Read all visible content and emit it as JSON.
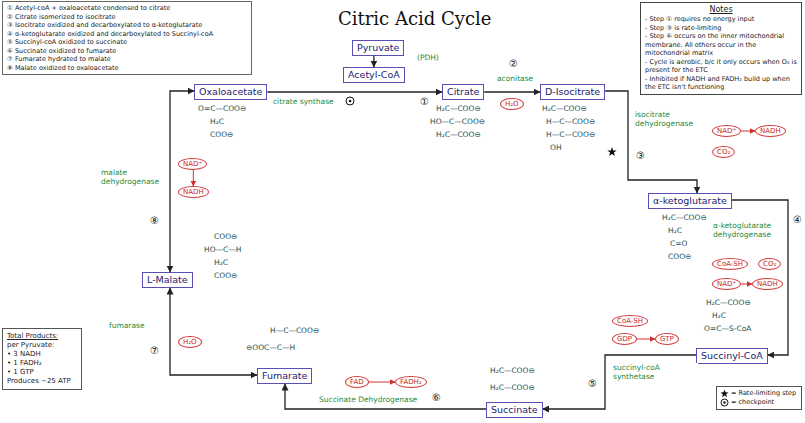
{
  "diagram": {
    "title": "Citric Acid Cycle",
    "nodes": [
      {
        "text": [
          "① Acetyl-coA + oxaloacetate condensed to citrate",
          "② Citrate isomerized to isocitrate",
          "③ Isocitrate oxidized and decarboxylated to α-ketoglutarate",
          "④ α-ketoglutarate oxidized and decarboxylated to Succinyl-coA",
          "⑤ Succinyl-coA oxidized to succinate",
          "⑥ Succinate oxidized to fumarate",
          "⑦ Fumarate hydrated to malate",
          "⑧ Malate oxidized to oxaloacetate"
        ]
      },
      {
        "text": [
          "Notes",
          "- Step ① requires no energy input",
          "- Step ③ is rate-limiting",
          "- Step ⑥ occurs on the inner mitochondrial membrane. All others occur in the mitochondrial matrix",
          "- Cycle is aerobic, b/c it only occurs when O₂ is present for the ETC",
          "- Inhibited if NADH and FADH₂ build up when the ETC isn't functioning"
        ]
      },
      {
        "text": [
          "Pyruvate"
        ]
      },
      {
        "text": [
          "Acetyl-CoA"
        ]
      },
      {
        "text": [
          "Citrate"
        ]
      },
      {
        "text": [
          "D-Isocitrate"
        ]
      },
      {
        "text": [
          "α-ketoglutarate"
        ]
      },
      {
        "text": [
          "Succinyl-CoA"
        ]
      },
      {
        "text": [
          "Succinate"
        ]
      },
      {
        "text": [
          "Fumarate"
        ]
      },
      {
        "text": [
          "L-Malate"
        ]
      },
      {
        "text": [
          "Oxaloacetate"
        ]
      },
      {
        "text": [
          "Total Products:",
          "per Pyruvate:",
          "• 3 NADH",
          "• 1 FADH₂",
          "• 1 GTP",
          "Produces ~25 ATP"
        ]
      },
      {
        "text": [
          "H₂O"
        ]
      },
      {
        "text": [
          "NAD⁺"
        ]
      },
      {
        "text": [
          "NADH"
        ]
      },
      {
        "text": [
          "CO₂"
        ]
      },
      {
        "text": [
          "CoA-SH"
        ]
      },
      {
        "text": [
          "NAD⁺"
        ]
      },
      {
        "text": [
          "NADH"
        ]
      },
      {
        "text": [
          "CO₂"
        ]
      },
      {
        "text": [
          "GTP"
        ]
      },
      {
        "text": [
          "GDP"
        ]
      },
      {
        "text": [
          "CoA-SH"
        ]
      },
      {
        "text": [
          "FAD"
        ]
      },
      {
        "text": [
          "FADH₂"
        ]
      },
      {
        "text": [
          "H₂O"
        ]
      },
      {
        "text": [
          "NAD⁺"
        ]
      },
      {
        "text": [
          "NADH"
        ]
      }
    ],
    "edges": [
      {
        "from": 2,
        "to": 3,
        "arrow": "to",
        "label": "(PDH)"
      },
      {
        "from": 11,
        "to": 4,
        "arrow": "to",
        "label": "citrate synthase"
      },
      {
        "from": 4,
        "to": 5,
        "arrow": "to",
        "label": "aconitase"
      },
      {
        "from": 5,
        "to": 6,
        "arrow": "to",
        "label": "isocitrate dehydrogenase"
      },
      {
        "from": 6,
        "to": 7,
        "arrow": "to",
        "label": "α-ketoglutarate dehydrogenase"
      },
      {
        "from": 7,
        "to": 8,
        "arrow": "to",
        "label": "succinyl-coA synthetase"
      },
      {
        "from": 8,
        "to": 9,
        "arrow": "to",
        "label": "Succinate Dehydrogenase"
      },
      {
        "from": 9,
        "to": 10,
        "arrow": "both",
        "label": "fumarase"
      },
      {
        "from": 10,
        "to": 11,
        "arrow": "both",
        "label": "malate dehydrogenase"
      },
      {
        "from": 14,
        "to": 15,
        "arrow": "to"
      },
      {
        "from": 18,
        "to": 19,
        "arrow": "to"
      },
      {
        "from": 22,
        "to": 21,
        "arrow": "to"
      },
      {
        "from": 24,
        "to": 25,
        "arrow": "to"
      },
      {
        "from": 27,
        "to": 28,
        "arrow": "to"
      }
    ],
    "labels": [
      "O=C—COO⊖",
      "H₂C",
      "COO⊖",
      "H₂C—COO⊖",
      "HO—C—COO⊖",
      "H₂C—COO⊖",
      "H₂C—COO⊖",
      "H—C—COO⊖",
      "H—C—COO⊖",
      "OH",
      "H₂C—COO⊖",
      "H₂C",
      "C=O",
      "COO⊖",
      "H₂C—COO⊖",
      "H₂C",
      "O=C—S-CoA",
      "H₂C—COO⊖",
      "H₂C—COO⊖",
      "H—C—COO⊖",
      "⊖OOC—C—H",
      "COO⊖",
      "HO—C—H",
      "H₂C",
      "COO⊖",
      "①",
      "②",
      "③",
      "④",
      "⑤",
      "⑥",
      "⑦",
      "⑧"
    ],
    "legend": [
      {
        "text": "= Rate-limiting step"
      },
      {
        "text": "= checkpoint"
      }
    ]
  }
}
